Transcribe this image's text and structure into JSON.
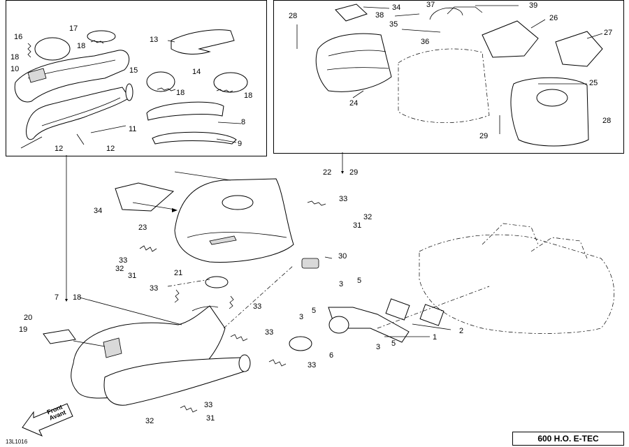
{
  "model_badge": "600 H.O. E-TEC",
  "drawing_number": "13L1016",
  "front_arrow": {
    "line1": "Front",
    "line2": "Avant"
  },
  "panel_left": {
    "callouts": [
      "16",
      "17",
      "18",
      "18",
      "13",
      "10",
      "15",
      "14",
      "18",
      "18",
      "8",
      "11",
      "12",
      "12",
      "9"
    ]
  },
  "panel_right": {
    "callouts": [
      "28",
      "34",
      "38",
      "37",
      "39",
      "35",
      "26",
      "27",
      "36",
      "25",
      "24",
      "29",
      "28"
    ]
  },
  "main": {
    "callouts": [
      "22",
      "29",
      "34",
      "33",
      "32",
      "31",
      "23",
      "33",
      "32",
      "31",
      "30",
      "21",
      "33",
      "33",
      "7",
      "18",
      "5",
      "3",
      "3",
      "5",
      "2",
      "20",
      "19",
      "33",
      "1",
      "5",
      "3",
      "6",
      "33",
      "33",
      "32",
      "31"
    ]
  },
  "icons": [
    "front-arrow-icon",
    "reference-arrow-icon"
  ]
}
